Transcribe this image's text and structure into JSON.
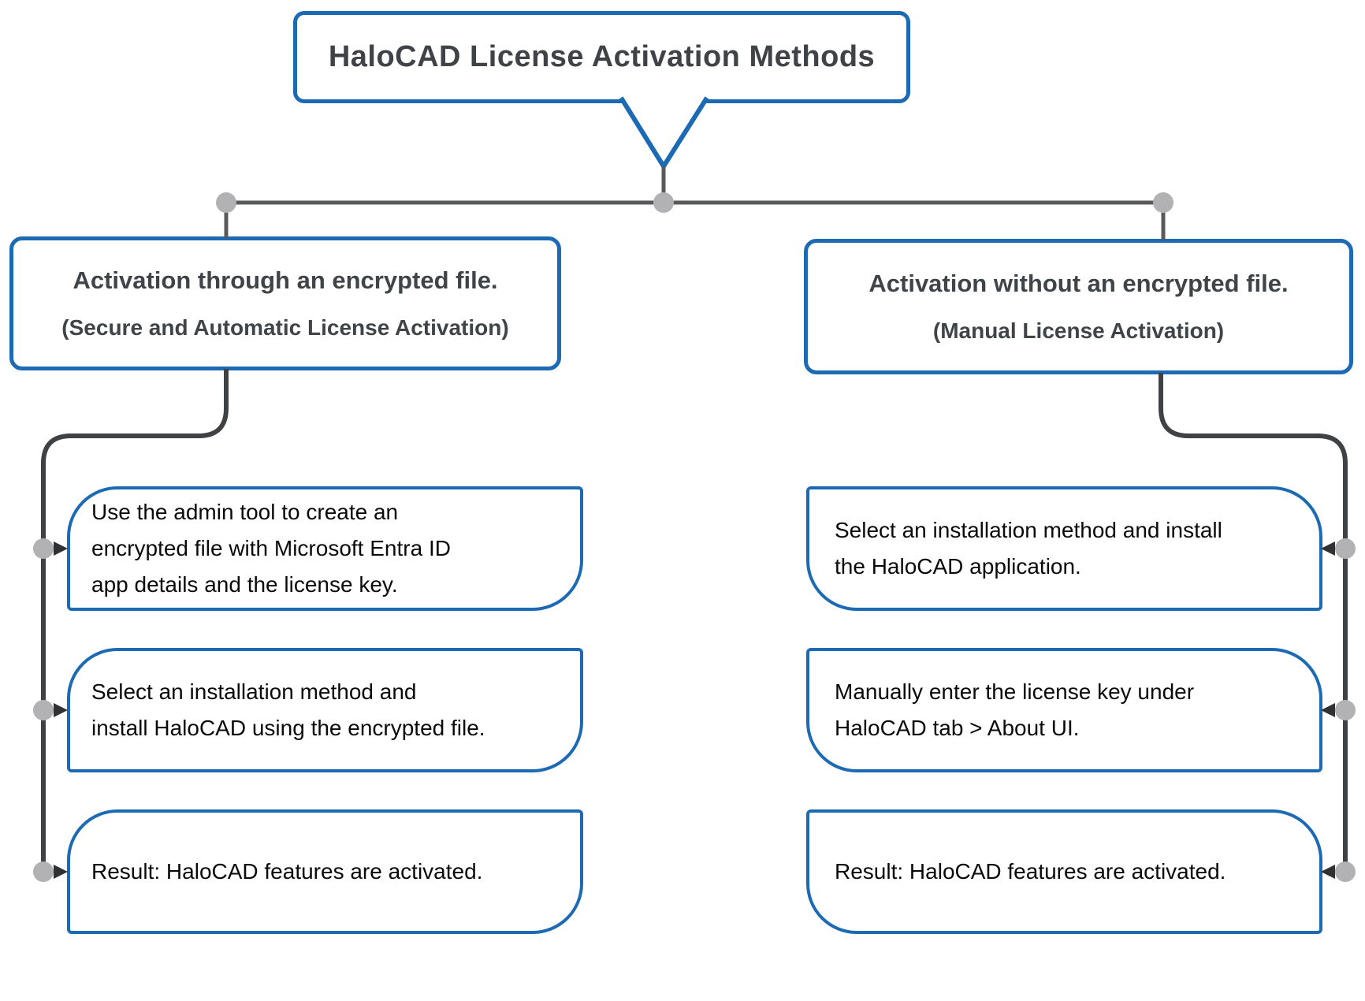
{
  "title": "HaloCAD License Activation Methods",
  "colors": {
    "accent_blue": "#1c6ab4",
    "connector_dark": "#3f4245",
    "connector_gray": "#58595b",
    "node_gray": "#b2b2b4",
    "heading_text": "#3f4449",
    "body_text": "#0a0a0b"
  },
  "left_branch": {
    "heading": "Activation through an encrypted file.",
    "subheading": "(Secure and Automatic License Activation)",
    "steps": [
      {
        "lines": [
          "Use the admin tool to create an",
          "encrypted file with Microsoft Entra ID",
          "app details and the license key."
        ]
      },
      {
        "lines": [
          "Select an installation method and",
          "install HaloCAD using the encrypted file."
        ]
      },
      {
        "lines": [
          "Result: HaloCAD features are activated."
        ]
      }
    ]
  },
  "right_branch": {
    "heading": "Activation without an encrypted file.",
    "subheading": "(Manual License Activation)",
    "steps": [
      {
        "lines": [
          "Select an installation method and install",
          "the HaloCAD application."
        ]
      },
      {
        "lines": [
          "Manually enter the license key under",
          "HaloCAD tab > About UI."
        ]
      },
      {
        "lines": [
          "Result: HaloCAD features are activated."
        ]
      }
    ]
  }
}
